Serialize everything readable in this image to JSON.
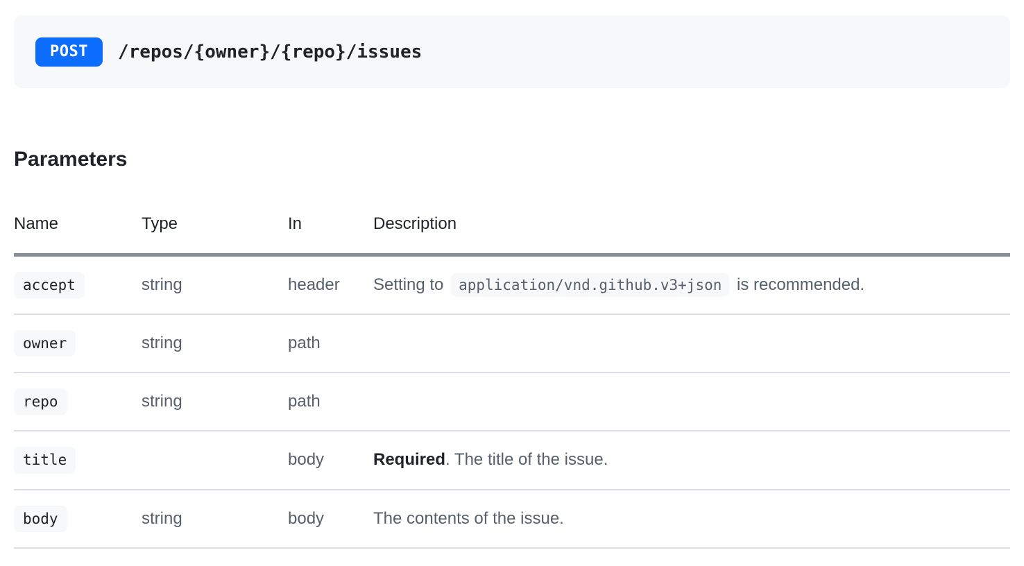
{
  "endpoint": {
    "method": "POST",
    "path": "/repos/{owner}/{repo}/issues"
  },
  "parameters_section": {
    "title": "Parameters",
    "table": {
      "headers": [
        "Name",
        "Type",
        "In",
        "Description"
      ],
      "rows": [
        {
          "name": "accept",
          "type": "string",
          "in": "header",
          "description": {
            "pre": "Setting to ",
            "code": "application/vnd.github.v3+json",
            "post": " is recommended."
          }
        },
        {
          "name": "owner",
          "type": "string",
          "in": "path",
          "description": {
            "text": ""
          }
        },
        {
          "name": "repo",
          "type": "string",
          "in": "path",
          "description": {
            "text": ""
          }
        },
        {
          "name": "title",
          "type": "",
          "in": "body",
          "description": {
            "bold": "Required",
            "post": ". The title of the issue."
          }
        },
        {
          "name": "body",
          "type": "string",
          "in": "body",
          "description": {
            "text": "The contents of the issue."
          }
        }
      ]
    }
  },
  "colors": {
    "method_badge": "#0d6efd",
    "endpoint_box_bg": "#f6f8fa",
    "chip_bg": "#f6f8fa",
    "text_dark": "#1f2328",
    "text_muted": "#57606a",
    "header_rule": "#868f99",
    "row_rule": "#d8dee4"
  }
}
